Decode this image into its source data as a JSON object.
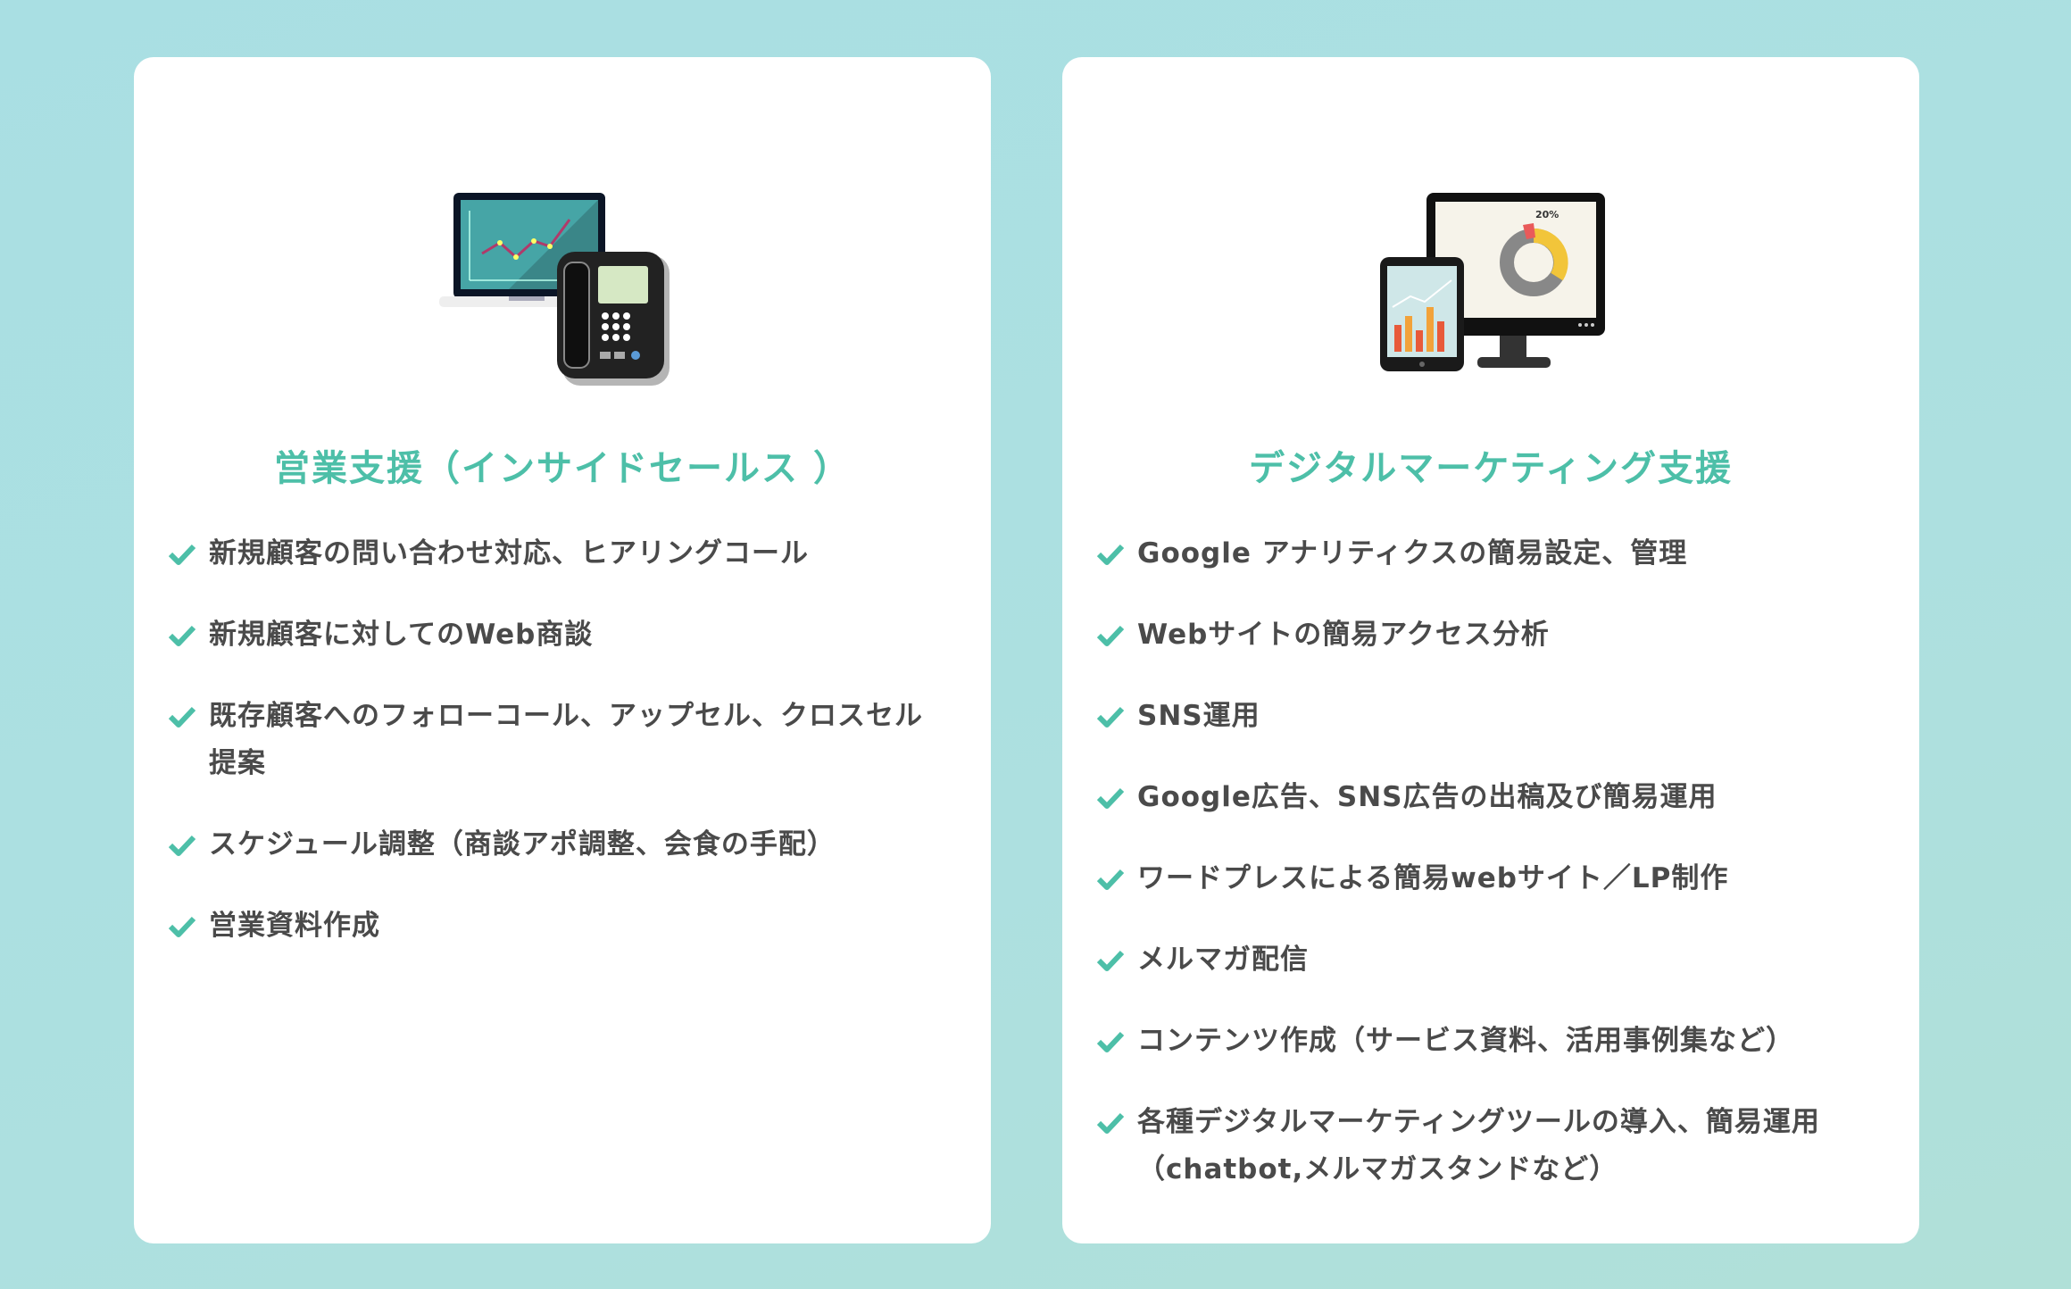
{
  "colors": {
    "accent": "#4dbfa8",
    "text": "#4a4a4a"
  },
  "cards": [
    {
      "icon": "laptop-and-phone-icon",
      "title": "営業支援（インサイドセールス ）",
      "items": [
        "新規顧客の問い合わせ対応、ヒアリングコール",
        "新規顧客に対してのWeb商談",
        "既存顧客へのフォローコール、アップセル、クロスセル提案",
        "スケジュール調整（商談アポ調整、会食の手配）",
        "営業資料作成"
      ]
    },
    {
      "icon": "monitor-and-tablet-icon",
      "title": "デジタルマーケティング支援",
      "chart_label": "20%",
      "items": [
        "Google アナリティクスの簡易設定、管理",
        "Webサイトの簡易アクセス分析",
        "SNS運用",
        "Google広告、SNS広告の出稿及び簡易運用",
        "ワードプレスによる簡易webサイト／LP制作",
        "メルマガ配信",
        "コンテンツ作成（サービス資料、活用事例集など）",
        "各種デジタルマーケティングツールの導入、簡易運用（chatbot,メルマガスタンドなど）"
      ]
    }
  ]
}
